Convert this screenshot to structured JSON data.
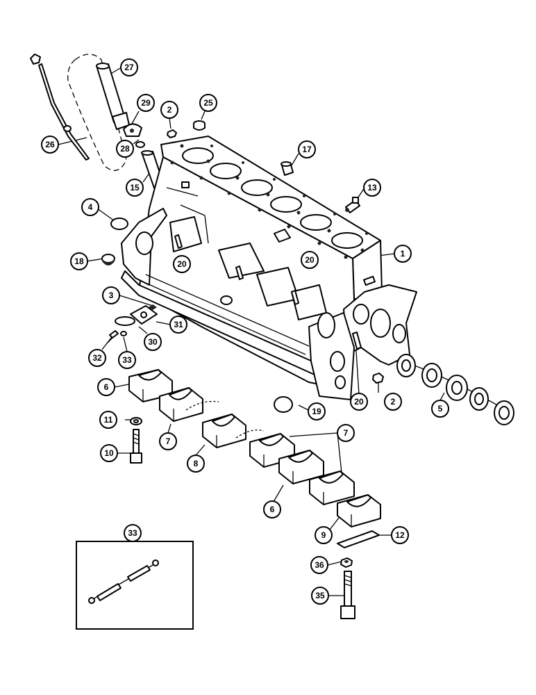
{
  "callouts": {
    "c1": "1",
    "c2a": "2",
    "c2b": "2",
    "c3": "3",
    "c4": "4",
    "c5": "5",
    "c6a": "6",
    "c6b": "6",
    "c7a": "7",
    "c7b": "7",
    "c8": "8",
    "c9": "9",
    "c10": "10",
    "c11": "11",
    "c12": "12",
    "c13": "13",
    "c15": "15",
    "c17": "17",
    "c18": "18",
    "c19": "19",
    "c20a": "20",
    "c20b": "20",
    "c20c": "20",
    "c25": "25",
    "c26": "26",
    "c27": "27",
    "c28": "28",
    "c29": "29",
    "c30": "30",
    "c31": "31",
    "c32": "32",
    "c33a": "33",
    "c33b": "33",
    "c35": "35",
    "c36": "36"
  }
}
